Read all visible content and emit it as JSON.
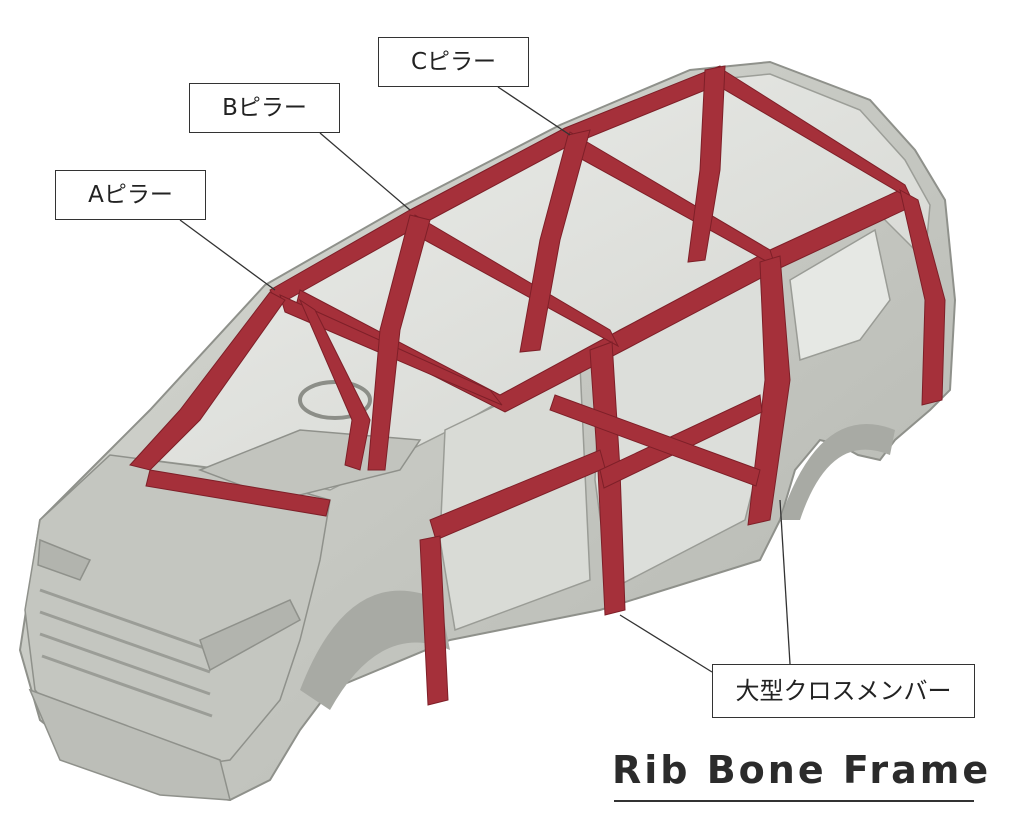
{
  "labels": {
    "a_pillar": "Aピラー",
    "b_pillar": "Bピラー",
    "c_pillar": "Cピラー",
    "cross_member": "大型クロスメンバー"
  },
  "title": "Rib Bone Frame",
  "colors": {
    "body_gray": "#c6c8c2",
    "body_shadow": "#a9aba5",
    "frame_red": "#a5303a",
    "glass": "#e4e6e2",
    "leader": "#333333"
  }
}
